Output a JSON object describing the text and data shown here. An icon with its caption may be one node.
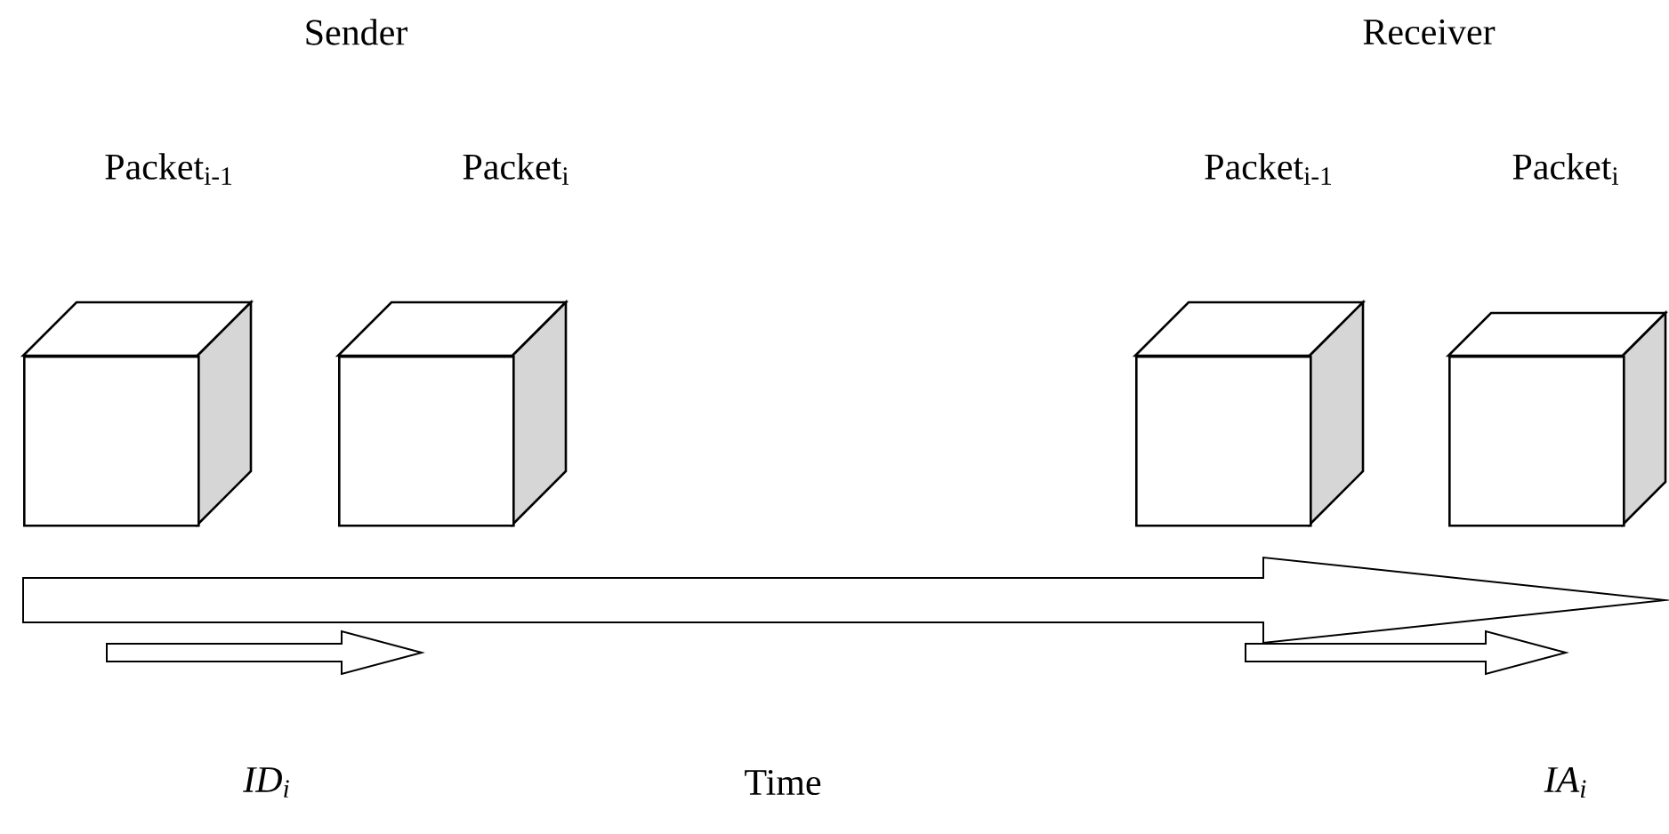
{
  "diagram": {
    "nodes": [
      {
        "text": [
          "Packet$_{i-1}$"
        ]
      },
      {
        "text": [
          "Packet$_{i}$"
        ]
      },
      {
        "text": [
          "Packet$_{i-1}$"
        ]
      },
      {
        "text": [
          "Packet$_{i}$"
        ]
      }
    ],
    "labels": [
      "Sender",
      "Receiver",
      "*ID*$_{i}$",
      "Time",
      "*IA*$_{i}$"
    ]
  }
}
